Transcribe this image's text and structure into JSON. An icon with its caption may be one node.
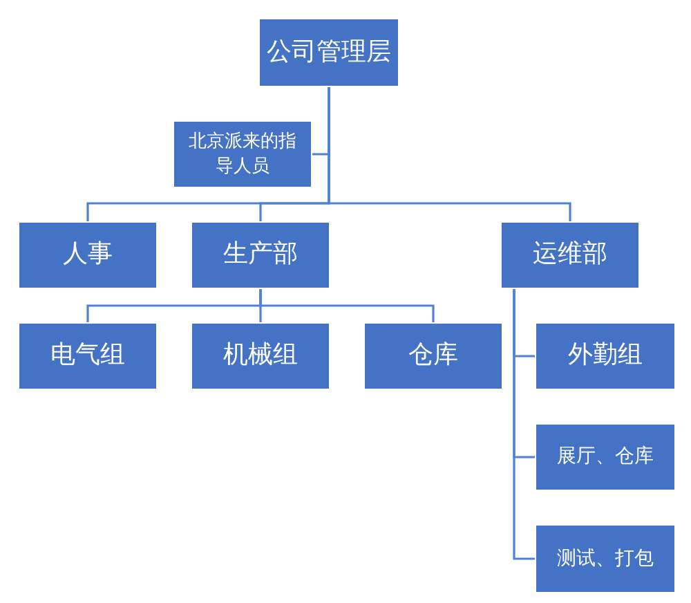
{
  "diagram": {
    "nodes": [
      {
        "text": [
          "公司管理层"
        ]
      },
      {
        "text": [
          "北京派来的指导人员"
        ]
      },
      {
        "text": [
          "人事"
        ]
      },
      {
        "text": [
          "生产部"
        ]
      },
      {
        "text": [
          "运维部"
        ]
      },
      {
        "text": [
          "电气组"
        ]
      },
      {
        "text": [
          "机械组"
        ]
      },
      {
        "text": [
          "仓库"
        ]
      },
      {
        "text": [
          "外勤组"
        ]
      },
      {
        "text": [
          "展厅、仓库"
        ]
      },
      {
        "text": [
          "测试、打包"
        ]
      }
    ],
    "edges": [
      {
        "from": 0,
        "to": 1,
        "arrow": "none"
      },
      {
        "from": 0,
        "to": 2,
        "arrow": "none"
      },
      {
        "from": 0,
        "to": 3,
        "arrow": "none"
      },
      {
        "from": 0,
        "to": 4,
        "arrow": "none"
      },
      {
        "from": 3,
        "to": 5,
        "arrow": "none"
      },
      {
        "from": 3,
        "to": 6,
        "arrow": "none"
      },
      {
        "from": 3,
        "to": 7,
        "arrow": "none"
      },
      {
        "from": 4,
        "to": 8,
        "arrow": "none"
      },
      {
        "from": 4,
        "to": 9,
        "arrow": "none"
      },
      {
        "from": 4,
        "to": 10,
        "arrow": "none"
      }
    ]
  }
}
